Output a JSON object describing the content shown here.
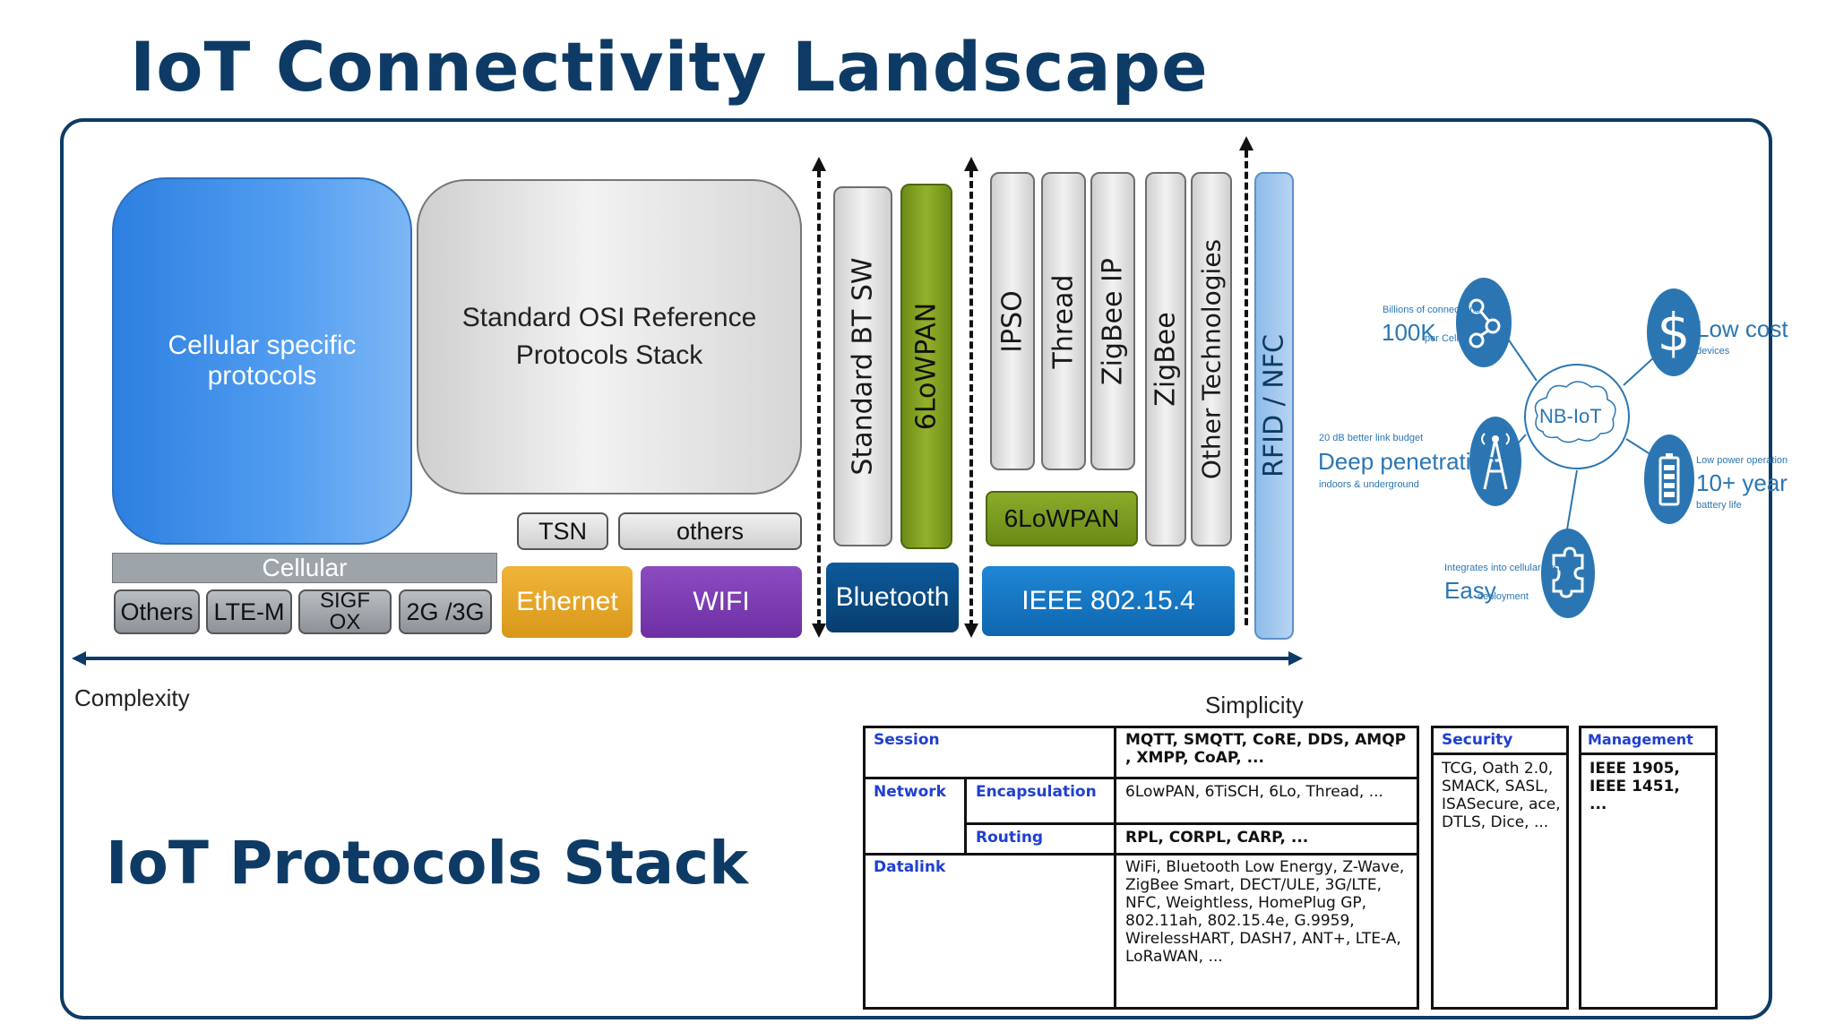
{
  "title": "IoT Connectivity Landscape",
  "subtitle": "IoT Protocols Stack",
  "diagram": {
    "cellular_protocols": "Cellular specific protocols",
    "osi_stack": "Standard OSI Reference Protocols Stack",
    "tsn": "TSN",
    "others_box": "others",
    "cellular_bar": "Cellular",
    "cellular_items": [
      "Others",
      "LTE-M",
      "SIGFOX",
      "2G /3G"
    ],
    "ethernet": "Ethernet",
    "wifi": "WIFI",
    "standard_bt_sw": "Standard BT SW",
    "bt_6lowpan": "6LoWPAN",
    "bluetooth": "Bluetooth",
    "ipso": "IPSO",
    "thread": "Thread",
    "zigbee_ip": "ZigBee IP",
    "zigbee": "ZigBee",
    "other_technologies": "Other Technologies",
    "ieee_6lowpan": "6LoWPAN",
    "ieee": "IEEE 802.15.4",
    "rfid": "RFID / NFC",
    "complexity": "Complexity",
    "simplicity": "Simplicity",
    "colors": {
      "cellular": "#3f8fe8",
      "ethernet": "#e0a020",
      "wifi": "#7b3fb0",
      "bluetooth": "#0b4f8a",
      "green": "#7a9a1e",
      "ieee": "#1b7bc9",
      "axis": "#0d3b66"
    }
  },
  "nbiot": {
    "center": "NB-IoT",
    "connections_small": "Billions of connections",
    "connections_big": "100K",
    "connections_unit": "per Cell",
    "lowcost": "Low cost",
    "lowcost_small": "devices",
    "deep_small": "20 dB better link budget",
    "deep": "Deep penetration",
    "deep_small2": "indoors & underground",
    "battery_small": "Low power operation",
    "battery": "10+ year",
    "battery_small2": "battery life",
    "easy_small": "Integrates into cellular system",
    "easy": "Easy",
    "easy_small2": "deployment",
    "icons": [
      "share-icon",
      "dollar-icon",
      "antenna-icon",
      "battery-icon",
      "puzzle-icon"
    ]
  },
  "stack_table": {
    "session": "Session",
    "session_val": "MQTT, SMQTT, CoRE, DDS, AMQP , XMPP, CoAP, ...",
    "network": "Network",
    "encapsulation": "Encapsulation",
    "encapsulation_val": "6LowPAN, 6TiSCH, 6Lo, Thread, ...",
    "routing": "Routing",
    "routing_val": "RPL, CORPL, CARP, ...",
    "datalink": "Datalink",
    "datalink_val": "WiFi, Bluetooth Low Energy, Z-Wave, ZigBee Smart, DECT/ULE, 3G/LTE, NFC, Weightless, HomePlug GP, 802.11ah, 802.15.4e, G.9959, WirelessHART, DASH7, ANT+, LTE-A, LoRaWAN, ...",
    "security": "Security",
    "security_val": "TCG, Oath 2.0, SMACK, SASL, ISASecure, ace, DTLS, Dice, ...",
    "management": "Management",
    "management_val": "IEEE 1905, IEEE 1451, ..."
  }
}
